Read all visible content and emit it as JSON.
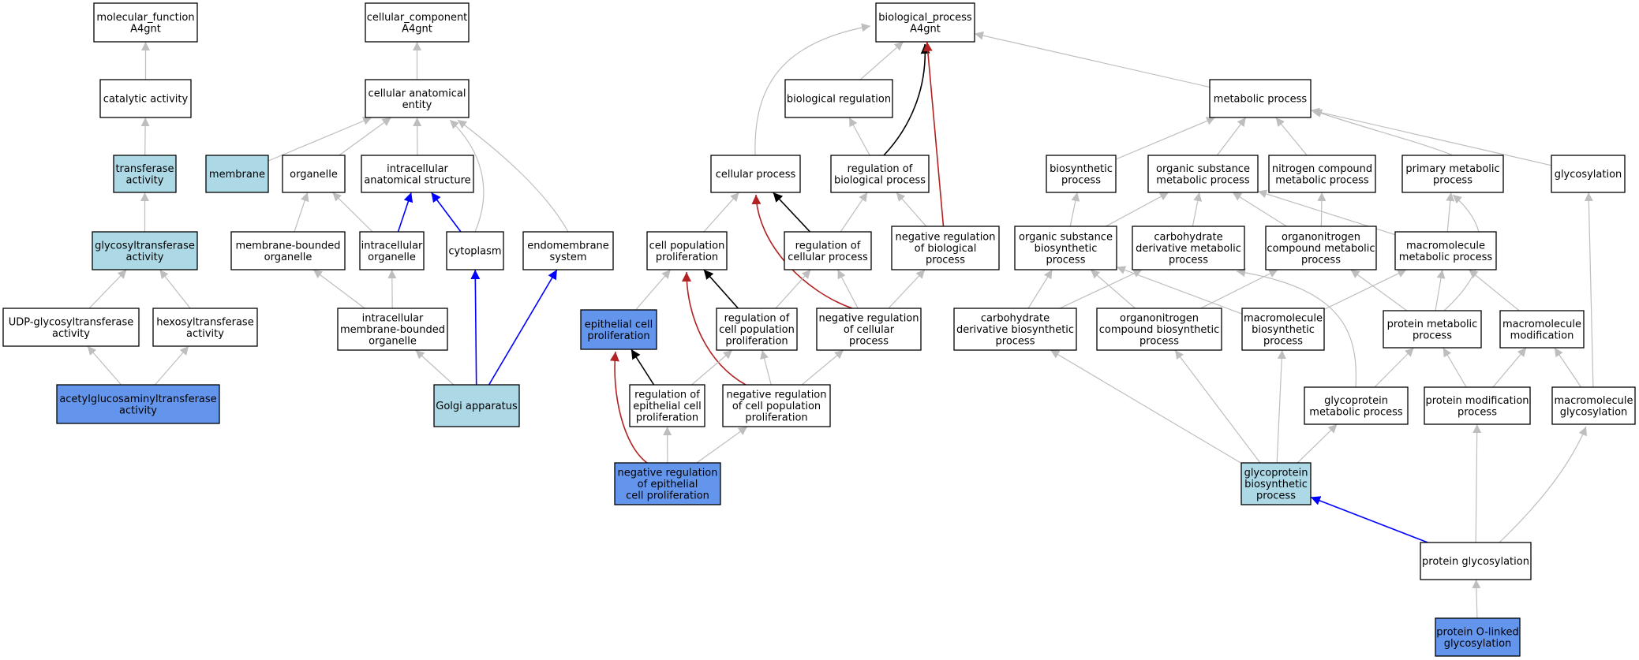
{
  "colors": {
    "plain": "#ffffff",
    "light": "#add8e6",
    "strong": "#6495ed",
    "edge_gray": "#bebebe",
    "edge_black": "#000000",
    "edge_blue": "#0000ff",
    "edge_red": "#b22222"
  },
  "nodes": [
    {
      "id": "molecular_function",
      "lines": [
        "molecular_function",
        "A4gnt"
      ],
      "fill": "plain"
    },
    {
      "id": "catalytic_activity",
      "lines": [
        "catalytic activity"
      ],
      "fill": "plain"
    },
    {
      "id": "transferase_activity",
      "lines": [
        "transferase",
        "activity"
      ],
      "fill": "light"
    },
    {
      "id": "glycosyltransferase_activity",
      "lines": [
        "glycosyltransferase",
        "activity"
      ],
      "fill": "light"
    },
    {
      "id": "udp_glycosyltransferase",
      "lines": [
        "UDP-glycosyltransferase",
        "activity"
      ],
      "fill": "plain"
    },
    {
      "id": "hexosyltransferase",
      "lines": [
        "hexosyltransferase",
        "activity"
      ],
      "fill": "plain"
    },
    {
      "id": "acetylglucosaminyltransferase",
      "lines": [
        "acetylglucosaminyltransferase",
        "activity"
      ],
      "fill": "strong"
    },
    {
      "id": "cellular_component",
      "lines": [
        "cellular_component",
        "A4gnt"
      ],
      "fill": "plain"
    },
    {
      "id": "cellular_anatomical_entity",
      "lines": [
        "cellular anatomical",
        "entity"
      ],
      "fill": "plain"
    },
    {
      "id": "membrane",
      "lines": [
        "membrane"
      ],
      "fill": "light"
    },
    {
      "id": "organelle",
      "lines": [
        "organelle"
      ],
      "fill": "plain"
    },
    {
      "id": "intracellular_anatomical_structure",
      "lines": [
        "intracellular",
        "anatomical structure"
      ],
      "fill": "plain"
    },
    {
      "id": "membrane_bounded_organelle",
      "lines": [
        "membrane-bounded",
        "organelle"
      ],
      "fill": "plain"
    },
    {
      "id": "intracellular_organelle",
      "lines": [
        "intracellular",
        "organelle"
      ],
      "fill": "plain"
    },
    {
      "id": "cytoplasm",
      "lines": [
        "cytoplasm"
      ],
      "fill": "plain"
    },
    {
      "id": "endomembrane_system",
      "lines": [
        "endomembrane",
        "system"
      ],
      "fill": "plain"
    },
    {
      "id": "intracellular_membrane_bounded_organelle",
      "lines": [
        "intracellular",
        "membrane-bounded",
        "organelle"
      ],
      "fill": "plain"
    },
    {
      "id": "golgi_apparatus",
      "lines": [
        "Golgi apparatus"
      ],
      "fill": "light"
    },
    {
      "id": "biological_process",
      "lines": [
        "biological_process",
        "A4gnt"
      ],
      "fill": "plain"
    },
    {
      "id": "biological_regulation",
      "lines": [
        "biological regulation"
      ],
      "fill": "plain"
    },
    {
      "id": "cellular_process",
      "lines": [
        "cellular process"
      ],
      "fill": "plain"
    },
    {
      "id": "regulation_of_biological_process",
      "lines": [
        "regulation of",
        "biological process"
      ],
      "fill": "plain"
    },
    {
      "id": "cell_population_proliferation",
      "lines": [
        "cell population",
        "proliferation"
      ],
      "fill": "plain"
    },
    {
      "id": "regulation_of_cellular_process",
      "lines": [
        "regulation of",
        "cellular process"
      ],
      "fill": "plain"
    },
    {
      "id": "negative_regulation_of_biological_process",
      "lines": [
        "negative regulation",
        "of biological",
        "process"
      ],
      "fill": "plain"
    },
    {
      "id": "epithelial_cell_proliferation",
      "lines": [
        "epithelial cell",
        "proliferation"
      ],
      "fill": "strong"
    },
    {
      "id": "regulation_of_cell_population_proliferation",
      "lines": [
        "regulation of",
        "cell population",
        "proliferation"
      ],
      "fill": "plain"
    },
    {
      "id": "negative_regulation_of_cellular_process",
      "lines": [
        "negative regulation",
        "of cellular",
        "process"
      ],
      "fill": "plain"
    },
    {
      "id": "regulation_of_epithelial_cell_proliferation",
      "lines": [
        "regulation of",
        "epithelial cell",
        "proliferation"
      ],
      "fill": "plain"
    },
    {
      "id": "negative_regulation_of_cell_population_proliferation",
      "lines": [
        "negative regulation",
        "of cell population",
        "proliferation"
      ],
      "fill": "plain"
    },
    {
      "id": "negative_regulation_of_epithelial_cell_proliferation",
      "lines": [
        "negative regulation",
        "of epithelial",
        "cell proliferation"
      ],
      "fill": "strong"
    },
    {
      "id": "metabolic_process",
      "lines": [
        "metabolic process"
      ],
      "fill": "plain"
    },
    {
      "id": "biosynthetic_process",
      "lines": [
        "biosynthetic",
        "process"
      ],
      "fill": "plain"
    },
    {
      "id": "organic_substance_metabolic_process",
      "lines": [
        "organic substance",
        "metabolic process"
      ],
      "fill": "plain"
    },
    {
      "id": "nitrogen_compound_metabolic_process",
      "lines": [
        "nitrogen compound",
        "metabolic process"
      ],
      "fill": "plain"
    },
    {
      "id": "primary_metabolic_process",
      "lines": [
        "primary metabolic",
        "process"
      ],
      "fill": "plain"
    },
    {
      "id": "glycosylation",
      "lines": [
        "glycosylation"
      ],
      "fill": "plain"
    },
    {
      "id": "organic_substance_biosynthetic_process",
      "lines": [
        "organic substance",
        "biosynthetic",
        "process"
      ],
      "fill": "plain"
    },
    {
      "id": "carbohydrate_derivative_metabolic_process",
      "lines": [
        "carbohydrate",
        "derivative metabolic",
        "process"
      ],
      "fill": "plain"
    },
    {
      "id": "organonitrogen_compound_metabolic_process",
      "lines": [
        "organonitrogen",
        "compound metabolic",
        "process"
      ],
      "fill": "plain"
    },
    {
      "id": "macromolecule_metabolic_process",
      "lines": [
        "macromolecule",
        "metabolic process"
      ],
      "fill": "plain"
    },
    {
      "id": "carbohydrate_derivative_biosynthetic_process",
      "lines": [
        "carbohydrate",
        "derivative biosynthetic",
        "process"
      ],
      "fill": "plain"
    },
    {
      "id": "organonitrogen_compound_biosynthetic_process",
      "lines": [
        "organonitrogen",
        "compound biosynthetic",
        "process"
      ],
      "fill": "plain"
    },
    {
      "id": "macromolecule_biosynthetic_process",
      "lines": [
        "macromolecule",
        "biosynthetic",
        "process"
      ],
      "fill": "plain"
    },
    {
      "id": "protein_metabolic_process",
      "lines": [
        "protein metabolic",
        "process"
      ],
      "fill": "plain"
    },
    {
      "id": "macromolecule_modification",
      "lines": [
        "macromolecule",
        "modification"
      ],
      "fill": "plain"
    },
    {
      "id": "glycoprotein_metabolic_process",
      "lines": [
        "glycoprotein",
        "metabolic process"
      ],
      "fill": "plain"
    },
    {
      "id": "protein_modification_process",
      "lines": [
        "protein modification",
        "process"
      ],
      "fill": "plain"
    },
    {
      "id": "macromolecule_glycosylation",
      "lines": [
        "macromolecule",
        "glycosylation"
      ],
      "fill": "plain"
    },
    {
      "id": "glycoprotein_biosynthetic_process",
      "lines": [
        "glycoprotein",
        "biosynthetic",
        "process"
      ],
      "fill": "light"
    },
    {
      "id": "protein_glycosylation",
      "lines": [
        "protein glycosylation"
      ],
      "fill": "plain"
    },
    {
      "id": "protein_o_linked_glycosylation",
      "lines": [
        "protein O-linked",
        "glycosylation"
      ],
      "fill": "strong"
    }
  ],
  "edges": [
    {
      "from": "catalytic_activity",
      "to": "molecular_function",
      "color": "edge_gray"
    },
    {
      "from": "transferase_activity",
      "to": "catalytic_activity",
      "color": "edge_gray"
    },
    {
      "from": "glycosyltransferase_activity",
      "to": "transferase_activity",
      "color": "edge_gray"
    },
    {
      "from": "udp_glycosyltransferase",
      "to": "glycosyltransferase_activity",
      "color": "edge_gray"
    },
    {
      "from": "hexosyltransferase",
      "to": "glycosyltransferase_activity",
      "color": "edge_gray"
    },
    {
      "from": "acetylglucosaminyltransferase",
      "to": "udp_glycosyltransferase",
      "color": "edge_gray"
    },
    {
      "from": "acetylglucosaminyltransferase",
      "to": "hexosyltransferase",
      "color": "edge_gray"
    },
    {
      "from": "cellular_anatomical_entity",
      "to": "cellular_component",
      "color": "edge_gray"
    },
    {
      "from": "membrane",
      "to": "cellular_anatomical_entity",
      "color": "edge_gray"
    },
    {
      "from": "organelle",
      "to": "cellular_anatomical_entity",
      "color": "edge_gray"
    },
    {
      "from": "intracellular_anatomical_structure",
      "to": "cellular_anatomical_entity",
      "color": "edge_gray"
    },
    {
      "from": "cytoplasm",
      "to": "cellular_anatomical_entity",
      "color": "edge_gray"
    },
    {
      "from": "endomembrane_system",
      "to": "cellular_anatomical_entity",
      "color": "edge_gray"
    },
    {
      "from": "membrane_bounded_organelle",
      "to": "organelle",
      "color": "edge_gray"
    },
    {
      "from": "intracellular_organelle",
      "to": "organelle",
      "color": "edge_gray"
    },
    {
      "from": "intracellular_organelle",
      "to": "intracellular_anatomical_structure",
      "color": "edge_blue"
    },
    {
      "from": "cytoplasm",
      "to": "intracellular_anatomical_structure",
      "color": "edge_blue"
    },
    {
      "from": "intracellular_membrane_bounded_organelle",
      "to": "membrane_bounded_organelle",
      "color": "edge_gray"
    },
    {
      "from": "intracellular_membrane_bounded_organelle",
      "to": "intracellular_organelle",
      "color": "edge_gray"
    },
    {
      "from": "golgi_apparatus",
      "to": "intracellular_membrane_bounded_organelle",
      "color": "edge_gray"
    },
    {
      "from": "golgi_apparatus",
      "to": "cytoplasm",
      "color": "edge_blue"
    },
    {
      "from": "golgi_apparatus",
      "to": "endomembrane_system",
      "color": "edge_blue"
    },
    {
      "from": "biological_regulation",
      "to": "biological_process",
      "color": "edge_gray"
    },
    {
      "from": "cellular_process",
      "to": "biological_process",
      "color": "edge_gray"
    },
    {
      "from": "metabolic_process",
      "to": "biological_process",
      "color": "edge_gray"
    },
    {
      "from": "regulation_of_biological_process",
      "to": "biological_process",
      "color": "edge_black"
    },
    {
      "from": "negative_regulation_of_biological_process",
      "to": "biological_process",
      "color": "edge_red"
    },
    {
      "from": "regulation_of_biological_process",
      "to": "biological_regulation",
      "color": "edge_gray"
    },
    {
      "from": "cell_population_proliferation",
      "to": "cellular_process",
      "color": "edge_gray"
    },
    {
      "from": "regulation_of_cellular_process",
      "to": "cellular_process",
      "color": "edge_black"
    },
    {
      "from": "negative_regulation_of_cellular_process",
      "to": "cellular_process",
      "color": "edge_red"
    },
    {
      "from": "regulation_of_cellular_process",
      "to": "regulation_of_biological_process",
      "color": "edge_gray"
    },
    {
      "from": "negative_regulation_of_biological_process",
      "to": "regulation_of_biological_process",
      "color": "edge_gray"
    },
    {
      "from": "epithelial_cell_proliferation",
      "to": "cell_population_proliferation",
      "color": "edge_gray"
    },
    {
      "from": "regulation_of_cell_population_proliferation",
      "to": "cell_population_proliferation",
      "color": "edge_black"
    },
    {
      "from": "negative_regulation_of_cell_population_proliferation",
      "to": "cell_population_proliferation",
      "color": "edge_red"
    },
    {
      "from": "regulation_of_cell_population_proliferation",
      "to": "regulation_of_cellular_process",
      "color": "edge_gray"
    },
    {
      "from": "negative_regulation_of_cellular_process",
      "to": "regulation_of_cellular_process",
      "color": "edge_gray"
    },
    {
      "from": "negative_regulation_of_cellular_process",
      "to": "negative_regulation_of_biological_process",
      "color": "edge_gray"
    },
    {
      "from": "regulation_of_epithelial_cell_proliferation",
      "to": "epithelial_cell_proliferation",
      "color": "edge_black"
    },
    {
      "from": "negative_regulation_of_epithelial_cell_proliferation",
      "to": "epithelial_cell_proliferation",
      "color": "edge_red"
    },
    {
      "from": "regulation_of_epithelial_cell_proliferation",
      "to": "regulation_of_cell_population_proliferation",
      "color": "edge_gray"
    },
    {
      "from": "negative_regulation_of_cell_population_proliferation",
      "to": "regulation_of_cell_population_proliferation",
      "color": "edge_gray"
    },
    {
      "from": "negative_regulation_of_cell_population_proliferation",
      "to": "negative_regulation_of_cellular_process",
      "color": "edge_gray"
    },
    {
      "from": "negative_regulation_of_epithelial_cell_proliferation",
      "to": "regulation_of_epithelial_cell_proliferation",
      "color": "edge_gray"
    },
    {
      "from": "negative_regulation_of_epithelial_cell_proliferation",
      "to": "negative_regulation_of_cell_population_proliferation",
      "color": "edge_gray"
    },
    {
      "from": "biosynthetic_process",
      "to": "metabolic_process",
      "color": "edge_gray"
    },
    {
      "from": "organic_substance_metabolic_process",
      "to": "metabolic_process",
      "color": "edge_gray"
    },
    {
      "from": "nitrogen_compound_metabolic_process",
      "to": "metabolic_process",
      "color": "edge_gray"
    },
    {
      "from": "primary_metabolic_process",
      "to": "metabolic_process",
      "color": "edge_gray"
    },
    {
      "from": "glycosylation",
      "to": "metabolic_process",
      "color": "edge_gray"
    },
    {
      "from": "organic_substance_biosynthetic_process",
      "to": "biosynthetic_process",
      "color": "edge_gray"
    },
    {
      "from": "organic_substance_biosynthetic_process",
      "to": "organic_substance_metabolic_process",
      "color": "edge_gray"
    },
    {
      "from": "carbohydrate_derivative_metabolic_process",
      "to": "organic_substance_metabolic_process",
      "color": "edge_gray"
    },
    {
      "from": "organonitrogen_compound_metabolic_process",
      "to": "organic_substance_metabolic_process",
      "color": "edge_gray"
    },
    {
      "from": "organonitrogen_compound_metabolic_process",
      "to": "nitrogen_compound_metabolic_process",
      "color": "edge_gray"
    },
    {
      "from": "macromolecule_metabolic_process",
      "to": "organic_substance_metabolic_process",
      "color": "edge_gray"
    },
    {
      "from": "macromolecule_metabolic_process",
      "to": "primary_metabolic_process",
      "color": "edge_gray"
    },
    {
      "from": "carbohydrate_derivative_biosynthetic_process",
      "to": "organic_substance_biosynthetic_process",
      "color": "edge_gray"
    },
    {
      "from": "carbohydrate_derivative_biosynthetic_process",
      "to": "carbohydrate_derivative_metabolic_process",
      "color": "edge_gray"
    },
    {
      "from": "organonitrogen_compound_biosynthetic_process",
      "to": "organic_substance_biosynthetic_process",
      "color": "edge_gray"
    },
    {
      "from": "organonitrogen_compound_biosynthetic_process",
      "to": "organonitrogen_compound_metabolic_process",
      "color": "edge_gray"
    },
    {
      "from": "macromolecule_biosynthetic_process",
      "to": "organic_substance_biosynthetic_process",
      "color": "edge_gray"
    },
    {
      "from": "macromolecule_biosynthetic_process",
      "to": "macromolecule_metabolic_process",
      "color": "edge_gray"
    },
    {
      "from": "protein_metabolic_process",
      "to": "organonitrogen_compound_metabolic_process",
      "color": "edge_gray"
    },
    {
      "from": "protein_metabolic_process",
      "to": "macromolecule_metabolic_process",
      "color": "edge_gray"
    },
    {
      "from": "protein_metabolic_process",
      "to": "primary_metabolic_process",
      "color": "edge_gray"
    },
    {
      "from": "macromolecule_modification",
      "to": "macromolecule_metabolic_process",
      "color": "edge_gray"
    },
    {
      "from": "glycoprotein_metabolic_process",
      "to": "protein_metabolic_process",
      "color": "edge_gray"
    },
    {
      "from": "glycoprotein_metabolic_process",
      "to": "carbohydrate_derivative_metabolic_process",
      "color": "edge_gray"
    },
    {
      "from": "protein_modification_process",
      "to": "protein_metabolic_process",
      "color": "edge_gray"
    },
    {
      "from": "protein_modification_process",
      "to": "macromolecule_modification",
      "color": "edge_gray"
    },
    {
      "from": "macromolecule_glycosylation",
      "to": "macromolecule_modification",
      "color": "edge_gray"
    },
    {
      "from": "macromolecule_glycosylation",
      "to": "glycosylation",
      "color": "edge_gray"
    },
    {
      "from": "glycoprotein_biosynthetic_process",
      "to": "carbohydrate_derivative_biosynthetic_process",
      "color": "edge_gray"
    },
    {
      "from": "glycoprotein_biosynthetic_process",
      "to": "organonitrogen_compound_biosynthetic_process",
      "color": "edge_gray"
    },
    {
      "from": "glycoprotein_biosynthetic_process",
      "to": "macromolecule_biosynthetic_process",
      "color": "edge_gray"
    },
    {
      "from": "glycoprotein_biosynthetic_process",
      "to": "glycoprotein_metabolic_process",
      "color": "edge_gray"
    },
    {
      "from": "protein_glycosylation",
      "to": "glycoprotein_biosynthetic_process",
      "color": "edge_blue"
    },
    {
      "from": "protein_glycosylation",
      "to": "protein_modification_process",
      "color": "edge_gray"
    },
    {
      "from": "protein_glycosylation",
      "to": "macromolecule_glycosylation",
      "color": "edge_gray"
    },
    {
      "from": "protein_o_linked_glycosylation",
      "to": "protein_glycosylation",
      "color": "edge_gray"
    }
  ]
}
